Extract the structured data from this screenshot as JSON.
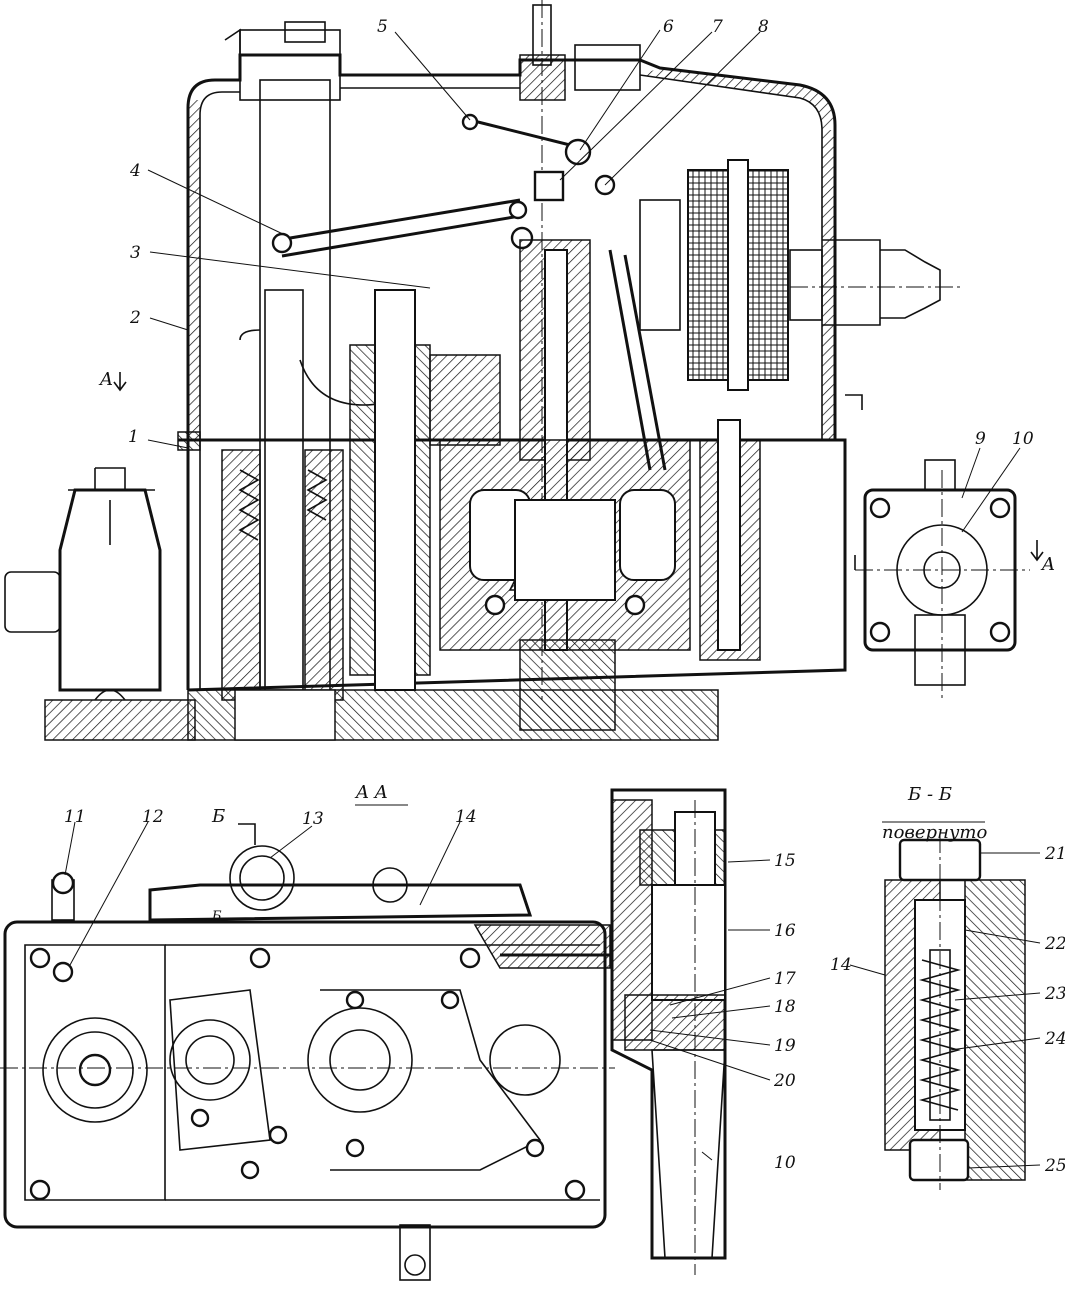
{
  "section_labels": {
    "view_a_marker_left": "A",
    "view_a_marker_right": "A",
    "section_aa": "A   A",
    "section_bb": "Б - Б",
    "section_bb_note": "повернуто",
    "cut_b": "Б",
    "cut_b_small": "Б"
  },
  "callouts": [
    "1",
    "2",
    "3",
    "4",
    "5",
    "6",
    "7",
    "8",
    "9",
    "10",
    "11",
    "12",
    "13",
    "14",
    "15",
    "16",
    "17",
    "18",
    "19",
    "20",
    "21",
    "22",
    "23",
    "24",
    "25"
  ],
  "callout_aux": {
    "c10b": "10",
    "c14b": "14"
  }
}
